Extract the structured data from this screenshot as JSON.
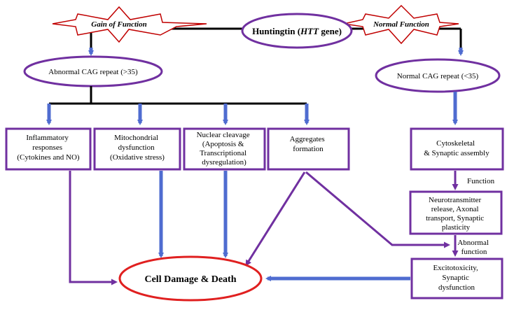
{
  "colors": {
    "box_border": "#7030a0",
    "blue_arrow": "#4f6cd0",
    "purple_arrow": "#7030a0",
    "star_border": "#c00000",
    "end_border": "#e02020",
    "black_line": "#000000"
  },
  "root": {
    "prefix": "Huntingtin (",
    "italic": "HTT",
    "suffix": " gene)"
  },
  "stars": {
    "left": "Gain of Function",
    "right": "Normal Function"
  },
  "ellipses": {
    "abnormal": "Abnormal CAG repeat (>35)",
    "normal": "Normal CAG repeat (<35)"
  },
  "boxes": {
    "inflammatory": [
      "Inflammatory",
      "responses",
      "(Cytokines and NO)"
    ],
    "mitochondrial": [
      "Mitochondrial",
      "dysfunction",
      "(Oxidative stress)"
    ],
    "nuclear": [
      "Nuclear cleavage",
      "(Apoptosis &",
      "Transcriptional",
      "dysregulation)"
    ],
    "aggregates": [
      "Aggregates",
      "formation"
    ],
    "cytoskeletal": [
      "Cytoskeletal",
      "& Synaptic assembly"
    ],
    "neurotransmitter": [
      "Neurotransmitter",
      "release, Axonal",
      "transport, Synaptic",
      "plasticity"
    ],
    "excitotoxicity": [
      "Excitotoxicity,",
      "Synaptic",
      "dysfunction"
    ]
  },
  "labels": {
    "function": "Function",
    "abnormal_function": [
      "Abnormal",
      "function"
    ]
  },
  "end": "Cell Damage & Death"
}
